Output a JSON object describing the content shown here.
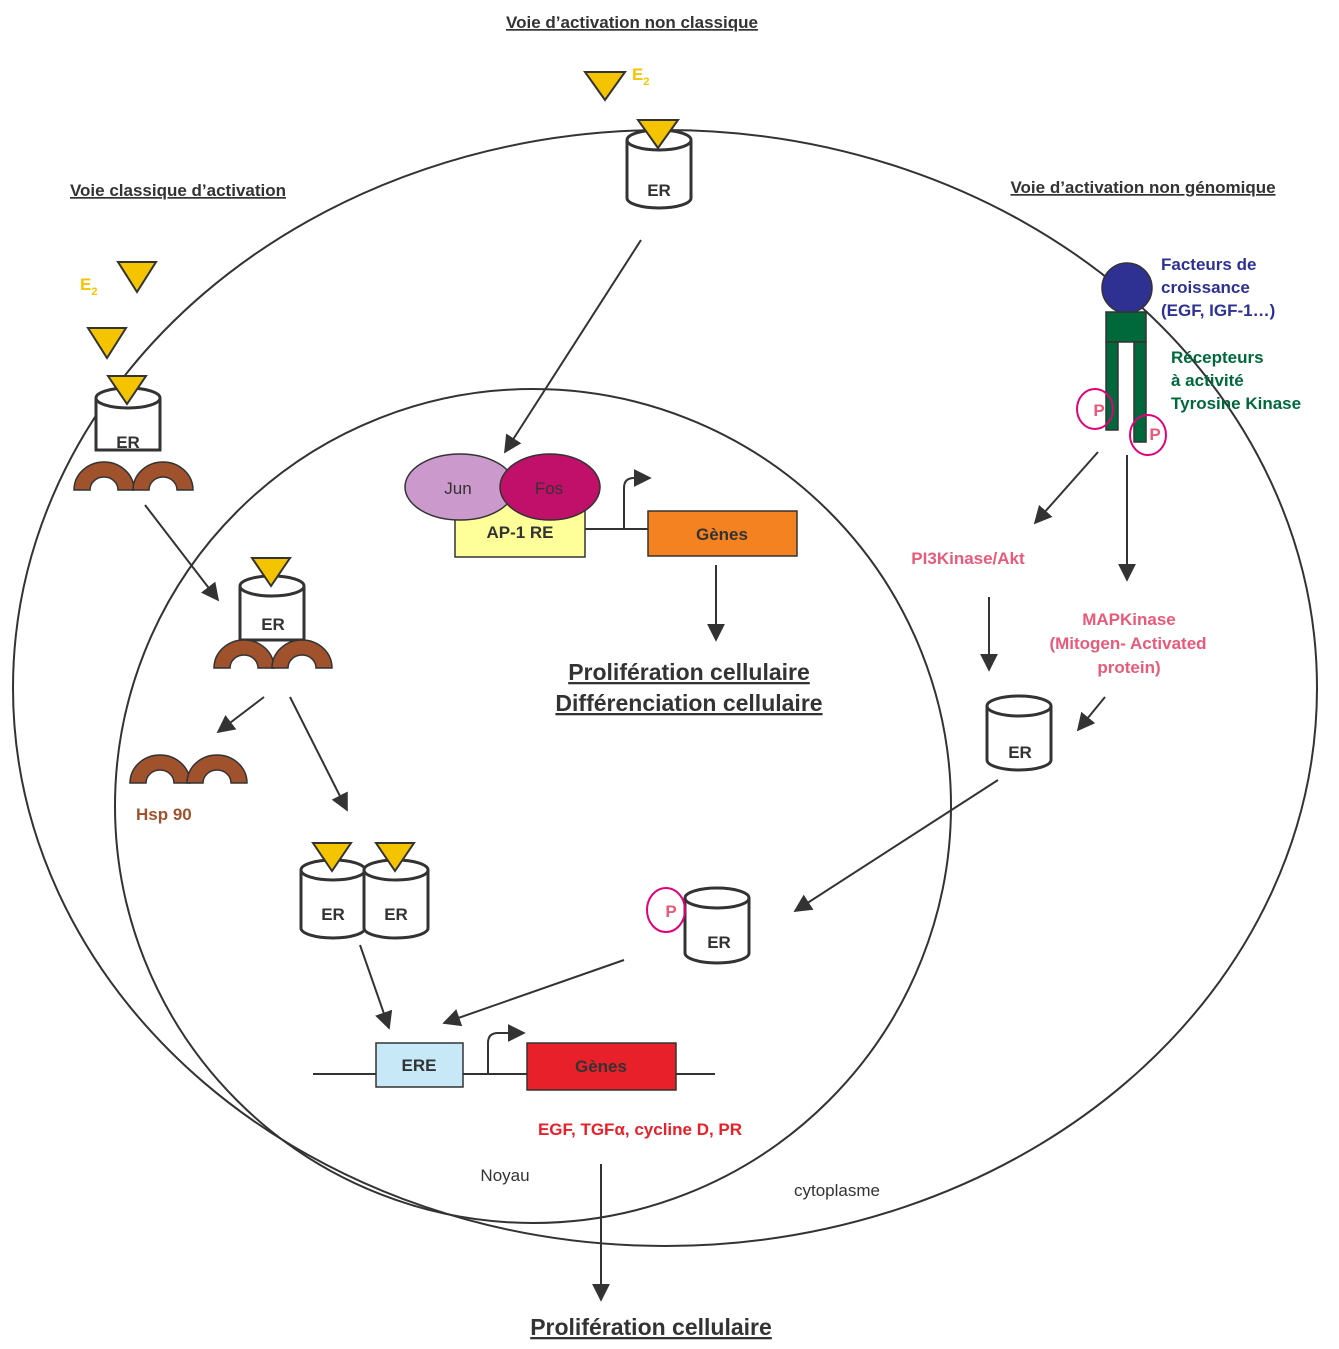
{
  "headings": {
    "non_classic": "Voie d’activation non classique",
    "classic": "Voie classique d’activation",
    "non_genomic": "Voie d’activation non génomique"
  },
  "ligand": {
    "e2_symbol": "E",
    "e2_subscript": "2"
  },
  "receptor_label": "ER",
  "hsp90_label": "Hsp 90",
  "ap1": {
    "jun": "Jun",
    "fos": "Fos",
    "re": "AP-1 RE",
    "genes": "Gènes"
  },
  "ap1_outcome": {
    "line1": "Prolifération cellulaire",
    "line2": "Différenciation cellulaire"
  },
  "ere": {
    "element": "ERE",
    "genes": "Gènes",
    "targets": "EGF, TGFα, cycline D, PR"
  },
  "growth_factors": {
    "line1": "Facteurs de",
    "line2": "croissance",
    "line3": "(EGF, IGF-1…)"
  },
  "rtk": {
    "line1": "Récepteurs",
    "line2": "à activité",
    "line3": "Tyrosine Kinase"
  },
  "phospho_label": "P",
  "pi3k": "PI3Kinase/Akt",
  "mapk": {
    "line1": "MAPKinase",
    "line2": "(Mitogen- Activated",
    "line3": "protein)"
  },
  "compartments": {
    "nucleus": "Noyau",
    "cytoplasm": "cytoplasme"
  },
  "final_outcome": "Prolifération cellulaire",
  "colors": {
    "ligand": "#f5c400",
    "hsp90": "#a0522d",
    "jun": "#cc99cc",
    "fos": "#c0106a",
    "ap1_box": "#ffff99",
    "ap1_genes": "#f58220",
    "ere_box": "#c7e8f7",
    "ere_genes": "#e8202a",
    "growth_factor": "#2e3192",
    "rtk": "#00693c",
    "phospho": "#e0007a",
    "kinase_text": "#e85a7a"
  }
}
